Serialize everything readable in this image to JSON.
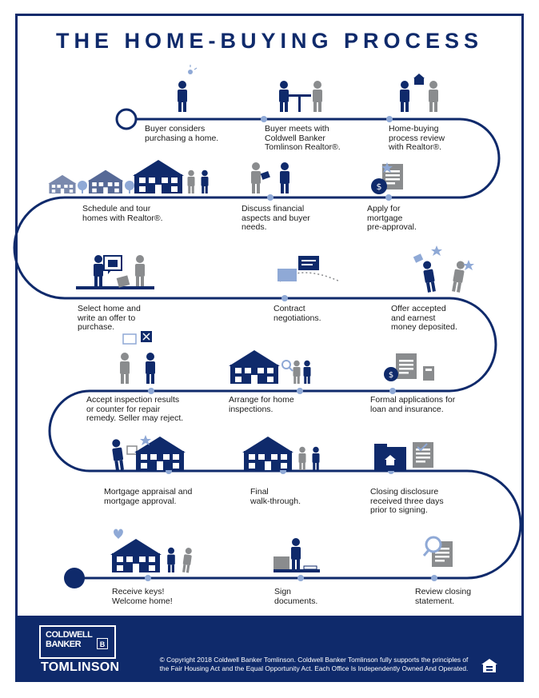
{
  "title": "THE HOME-BUYING PROCESS",
  "colors": {
    "navy": "#0f2a6b",
    "gray": "#8a8c8e",
    "lightblue": "#8fa9d6"
  },
  "steps": [
    {
      "label": "Buyer considers\npurchasing a home."
    },
    {
      "label": "Buyer meets with\nColdwell Banker\nTomlinson Realtor®."
    },
    {
      "label": "Home-buying\nprocess review\nwith Realtor®."
    },
    {
      "label": "Schedule and tour\nhomes with Realtor®."
    },
    {
      "label": "Discuss financial\naspects and buyer\nneeds."
    },
    {
      "label": "Apply for\nmortgage\npre-approval."
    },
    {
      "label": "Select home and\nwrite an offer to\npurchase."
    },
    {
      "label": "Contract\nnegotiations."
    },
    {
      "label": "Offer accepted\nand earnest\nmoney deposited."
    },
    {
      "label": "Accept inspection results\nor counter for repair\nremedy. Seller may reject."
    },
    {
      "label": "Arrange for home\ninspections."
    },
    {
      "label": "Formal applications for\nloan and insurance."
    },
    {
      "label": "Mortgage appraisal and\nmortgage approval."
    },
    {
      "label": "Final\nwalk-through."
    },
    {
      "label": "Closing disclosure\nreceived three days\nprior to signing."
    },
    {
      "label": "Receive keys!\nWelcome home!"
    },
    {
      "label": "Sign\ndocuments."
    },
    {
      "label": "Review closing\nstatement."
    }
  ],
  "footer": {
    "logo_text": "COLDWELL\nBANKER",
    "logo_badge": "B",
    "office": "TOMLINSON",
    "copyright": "© Copyright 2018 Coldwell Banker Tomlinson. Coldwell Banker Tomlinson fully supports the principles of the Fair Housing Act and the Equal Opportunity Act. Each Office Is Independently Owned And Operated."
  }
}
